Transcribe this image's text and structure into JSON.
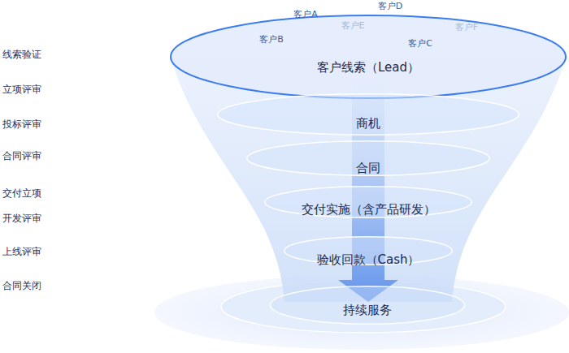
{
  "diagram": {
    "nodes": [
      {
        "text": [
          "客户线索（Lead）"
        ]
      },
      {
        "text": [
          "商机"
        ]
      },
      {
        "text": [
          "合同"
        ]
      },
      {
        "text": [
          "交付实施（含产品研发）"
        ]
      },
      {
        "text": [
          "验收回款（Cash）"
        ]
      },
      {
        "text": [
          "持续服务"
        ]
      }
    ],
    "labels": [
      "客户D",
      "客户A",
      "客户E",
      "客户F",
      "客户B",
      "客户C",
      "线索验证",
      "立项评审",
      "投标评审",
      "合同评审",
      "交付立项",
      "开发评审",
      "上线评审",
      "合同关闭"
    ]
  }
}
